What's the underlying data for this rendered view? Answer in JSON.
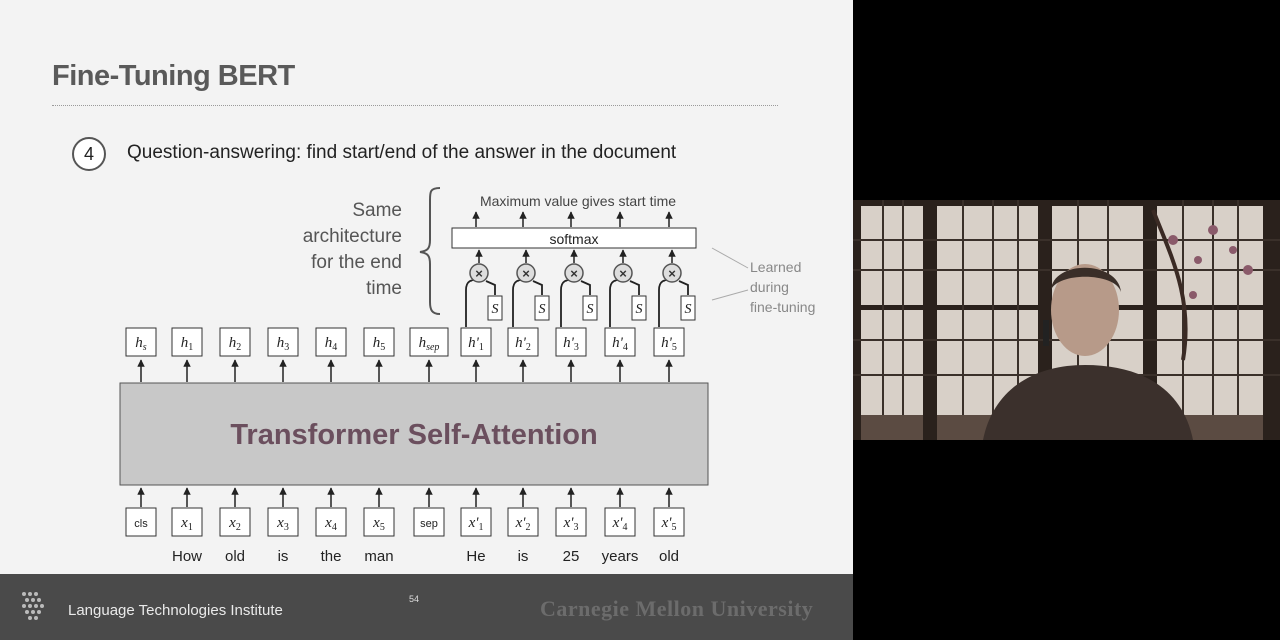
{
  "slide": {
    "title": "Fine-Tuning BERT",
    "item_number": "4",
    "subtitle": "Question-answering: find start/end of the answer in the document",
    "side_note": [
      "Same",
      "architecture",
      "for the end",
      "time"
    ],
    "top_label": "Maximum value gives start time",
    "softmax_label": "softmax",
    "learned_note": [
      "Learned",
      "during",
      "fine-tuning"
    ],
    "s_label": "S",
    "block_label": "Transformer Self-Attention",
    "hidden_labels": [
      {
        "base": "h",
        "sub": "s",
        "prime": false
      },
      {
        "base": "h",
        "sub": "1",
        "prime": false
      },
      {
        "base": "h",
        "sub": "2",
        "prime": false
      },
      {
        "base": "h",
        "sub": "3",
        "prime": false
      },
      {
        "base": "h",
        "sub": "4",
        "prime": false
      },
      {
        "base": "h",
        "sub": "5",
        "prime": false
      },
      {
        "base": "h",
        "sub": "sep",
        "prime": false
      },
      {
        "base": "h",
        "sub": "1",
        "prime": true
      },
      {
        "base": "h",
        "sub": "2",
        "prime": true
      },
      {
        "base": "h",
        "sub": "3",
        "prime": true
      },
      {
        "base": "h",
        "sub": "4",
        "prime": true
      },
      {
        "base": "h",
        "sub": "5",
        "prime": true
      }
    ],
    "input_labels": [
      {
        "base": "cls",
        "sub": "",
        "prime": false,
        "plain": true
      },
      {
        "base": "x",
        "sub": "1",
        "prime": false
      },
      {
        "base": "x",
        "sub": "2",
        "prime": false
      },
      {
        "base": "x",
        "sub": "3",
        "prime": false
      },
      {
        "base": "x",
        "sub": "4",
        "prime": false
      },
      {
        "base": "x",
        "sub": "5",
        "prime": false
      },
      {
        "base": "sep",
        "sub": "",
        "prime": false,
        "plain": true
      },
      {
        "base": "x",
        "sub": "1",
        "prime": true
      },
      {
        "base": "x",
        "sub": "2",
        "prime": true
      },
      {
        "base": "x",
        "sub": "3",
        "prime": true
      },
      {
        "base": "x",
        "sub": "4",
        "prime": true
      },
      {
        "base": "x",
        "sub": "5",
        "prime": true
      }
    ],
    "words": [
      "",
      "How",
      "old",
      "is",
      "the",
      "man",
      "",
      "He",
      "is",
      "25",
      "years",
      "old"
    ]
  },
  "footer": {
    "institute": "Language Technologies Institute",
    "page": "54",
    "university": "Carnegie Mellon University"
  },
  "colors": {
    "block_fill": "#c8c8c8",
    "block_text": "#6b4f5e",
    "footer_bg": "#4a4a4a"
  },
  "icons": {
    "multiply": "circled-times-icon",
    "logo": "cmu-lti-logo-icon"
  }
}
